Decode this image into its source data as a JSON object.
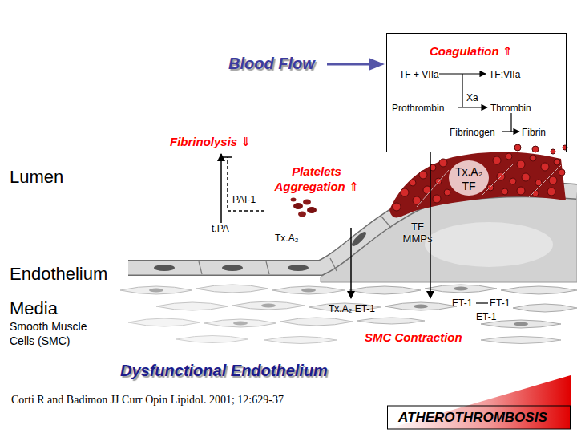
{
  "diagram": {
    "caption": "Dysfunctional Endothelium",
    "nodes": [
      {
        "text": [
          "Coagulation ⇑",
          "TF + VIIa",
          "TF:VIIa",
          "Xa",
          "Prothrombin",
          "Thrombin",
          "Fibrinogen",
          "Fibrin"
        ]
      },
      {
        "text": [
          "ATHEROTHROMBOSIS"
        ]
      }
    ],
    "labels": [
      "Blood Flow",
      "Fibrinolysis ⇓",
      "Lumen",
      "Platelets Aggregation ⇑",
      "PAI-1",
      "t.PA",
      "Tx.A₂",
      "Tx.A₂ TF",
      "TF MMPs",
      "Endothelium",
      "Media",
      "Smooth Muscle Cells (SMC)",
      "Tx.A₂ ET-1",
      "ET-1",
      "ET-1",
      "ET-1",
      "SMC Contraction",
      "Corti R and Badimon JJ Curr Opin Lipidol. 2001; 12:629-37"
    ]
  }
}
